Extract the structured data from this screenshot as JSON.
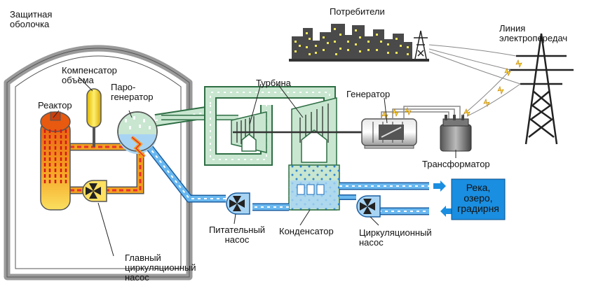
{
  "labels": {
    "containment": [
      "Защитная",
      "оболочка"
    ],
    "compensator": [
      "Компенсатор",
      "объема"
    ],
    "reactor": "Реактор",
    "steam_generator": [
      "Паро-",
      "генератор"
    ],
    "turbine": "Турбина",
    "generator": "Генератор",
    "consumers": "Потребители",
    "power_line": [
      "Линия",
      "электропередач"
    ],
    "transformer": "Трансформатор",
    "cooling_target": [
      "Река,",
      "озеро,",
      "градирня"
    ],
    "feed_pump": [
      "Питательный",
      "насос"
    ],
    "condenser": "Конденсатор",
    "circulation_pump": [
      "Циркуляционный",
      "насос"
    ],
    "main_pump": [
      "Главный",
      "циркуляционный",
      "насос"
    ]
  },
  "colors": {
    "containment": "#9a9a9a",
    "primary_hot": "#f0a020",
    "primary_cold": "#e83030",
    "steam": "#c8e6d0",
    "steam_edge": "#2e6e44",
    "water": "#3a8ed8",
    "water_light": "#a8d4f4",
    "cooling_box": "#1a8ee0",
    "pump": "#ffe060",
    "compensator": "#f2d020",
    "reactor": "#f07818",
    "city": "#4a4a4a",
    "window": "#f2e85a",
    "spark": "#ffe040"
  }
}
